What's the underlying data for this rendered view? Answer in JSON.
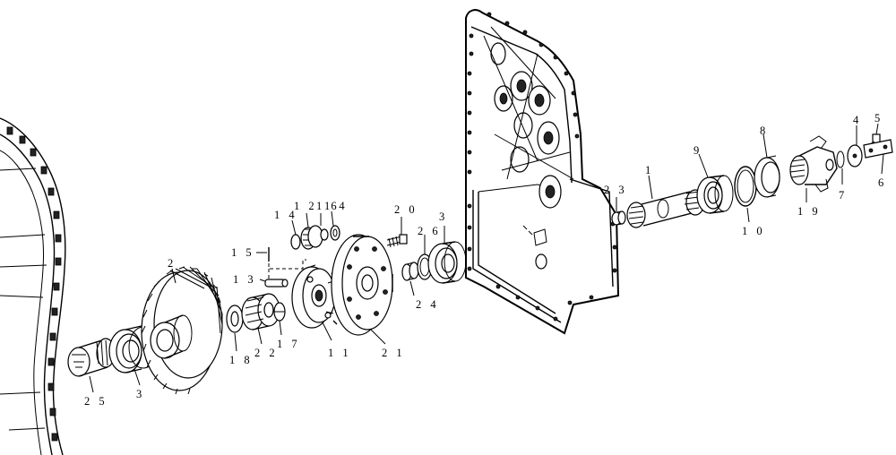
{
  "callouts": [
    {
      "id": "c-25a",
      "text": "2 5"
    },
    {
      "id": "c-3a",
      "text": "3"
    },
    {
      "id": "c-2a",
      "text": "2"
    },
    {
      "id": "c-18",
      "text": "1 8"
    },
    {
      "id": "c-22",
      "text": "2 2"
    },
    {
      "id": "c-17",
      "text": "1 7"
    },
    {
      "id": "c-15",
      "text": "1 5"
    },
    {
      "id": "c-13",
      "text": "1 3"
    },
    {
      "id": "c-14",
      "text": "1 4"
    },
    {
      "id": "c-12",
      "text": "1 2"
    },
    {
      "id": "c-16",
      "text": "1 6"
    },
    {
      "id": "c-14b",
      "text": "1 4"
    },
    {
      "id": "c-11",
      "text": "1 1"
    },
    {
      "id": "c-21",
      "text": "2 1"
    },
    {
      "id": "c-20",
      "text": "2 0"
    },
    {
      "id": "c-26",
      "text": "2 6"
    },
    {
      "id": "c-3b",
      "text": "3"
    },
    {
      "id": "c-24",
      "text": "2 4"
    },
    {
      "id": "c-23",
      "text": "2 3"
    },
    {
      "id": "c-1",
      "text": "1"
    },
    {
      "id": "c-9",
      "text": "9"
    },
    {
      "id": "c-10",
      "text": "1 0"
    },
    {
      "id": "c-8",
      "text": "8"
    },
    {
      "id": "c-19",
      "text": "1 9"
    },
    {
      "id": "c-7",
      "text": "7"
    },
    {
      "id": "c-4",
      "text": "4"
    },
    {
      "id": "c-5",
      "text": "5"
    },
    {
      "id": "c-6",
      "text": "6"
    }
  ]
}
